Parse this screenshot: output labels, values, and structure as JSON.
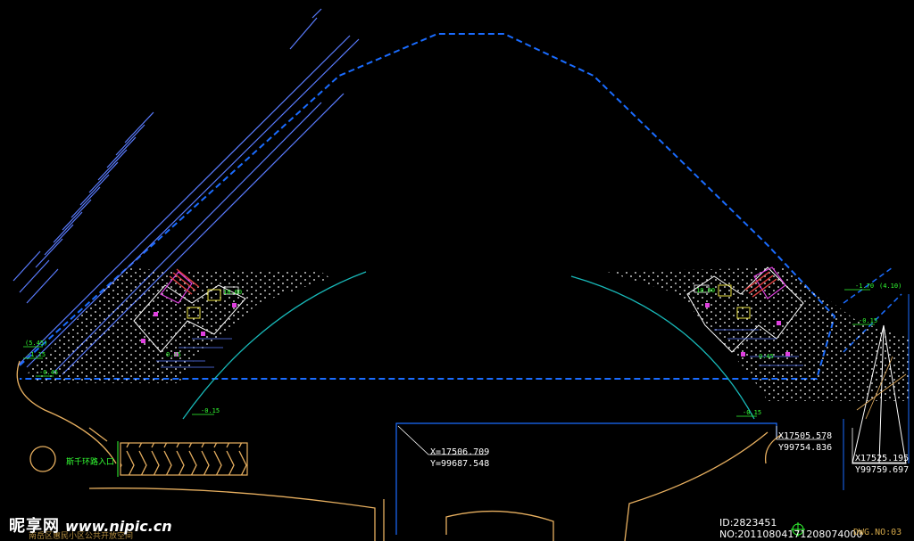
{
  "drawing": {
    "entrance_label": "斯千环路入口",
    "caption": "南岳区惠民小区公共开放空间",
    "coordinates": [
      {
        "x": "X=17506.709",
        "y": "Y=99687.548"
      },
      {
        "x": "X17505.578",
        "y": "Y99754.836"
      },
      {
        "x": "X17525.195",
        "y": "Y99759.697"
      }
    ],
    "elevations": {
      "left_top": "(5.45)",
      "left_a": "-1.15",
      "left_b": "-0.45",
      "left_bottom": "-0.15",
      "left_box": "10.00",
      "left_mid": "0.45",
      "right_box": "10.00",
      "right_top": "-1.70",
      "right_top_paren": "(4.10)",
      "right_a": "-0.15",
      "right_bottom": "-0.15",
      "right_mid": "0.45"
    },
    "dwg_no": "DWG.NO:03",
    "colors": {
      "boundary": "#1a6cff",
      "road": "#5a7cff",
      "curb": "#e8b060",
      "teal": "#18b8b8",
      "magenta": "#e040e0",
      "green": "#33ff33",
      "hatch": "#ffffff"
    }
  },
  "watermark": {
    "logo": "昵享网",
    "url": "www.nipic.cn",
    "id_line": "ID:2823451 NO:20110804171208074000"
  }
}
